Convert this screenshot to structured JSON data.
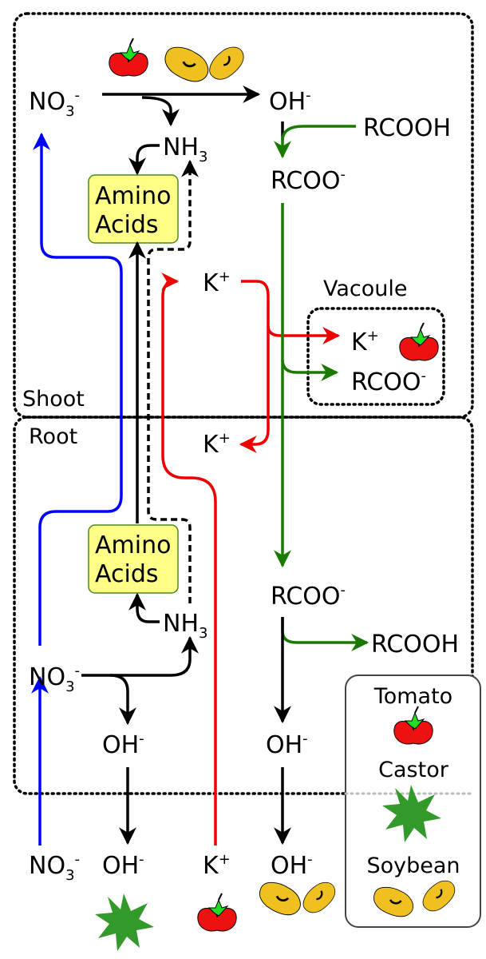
{
  "regions": {
    "shoot": "Shoot",
    "root": "Root",
    "vacuole": "Vacoule"
  },
  "shoot": {
    "no3": {
      "base": "NO",
      "sub": "3",
      "sup": "-"
    },
    "oh": {
      "base": "OH",
      "sup": "-"
    },
    "nh3": {
      "base": "NH",
      "sub": "3"
    },
    "rcooh": "RCOOH",
    "rcoo": {
      "base": "RCOO",
      "sup": "-"
    },
    "amino_line1": "Amino",
    "amino_line2": "Acids",
    "k": {
      "base": "K",
      "sup": "+"
    }
  },
  "vacuole": {
    "k": {
      "base": "K",
      "sup": "+"
    },
    "rcoo": {
      "base": "RCOO",
      "sup": "-"
    }
  },
  "root": {
    "k": {
      "base": "K",
      "sup": "+"
    },
    "amino_line1": "Amino",
    "amino_line2": "Acids",
    "nh3": {
      "base": "NH",
      "sub": "3"
    },
    "rcoo": {
      "base": "RCOO",
      "sup": "-"
    },
    "rcooh": "RCOOH",
    "no3": {
      "base": "NO",
      "sub": "3",
      "sup": "-"
    },
    "oh_left": {
      "base": "OH",
      "sup": "-"
    },
    "oh_right": {
      "base": "OH",
      "sup": "-"
    }
  },
  "soil": {
    "no3": {
      "base": "NO",
      "sub": "3",
      "sup": "-"
    },
    "oh_left": {
      "base": "OH",
      "sup": "-"
    },
    "k": {
      "base": "K",
      "sup": "+"
    },
    "oh_right": {
      "base": "OH",
      "sup": "-"
    }
  },
  "legend": {
    "tomato": "Tomato",
    "castor": "Castor",
    "soybean": "Soybean"
  },
  "colors": {
    "nitrate": "#0000ff",
    "potassium": "#ee0000",
    "carboxylate": "#1a7a00",
    "black": "#000000",
    "amino_fill": "#ffff88",
    "amino_stroke": "#4a8a1a",
    "tomato": "#ee1111",
    "tomato_leaf": "#22dd22",
    "castor": "#33992a",
    "soybean": "#f0c020"
  },
  "icons": [
    "tomato-icon",
    "soybean-icon",
    "castor-icon"
  ]
}
